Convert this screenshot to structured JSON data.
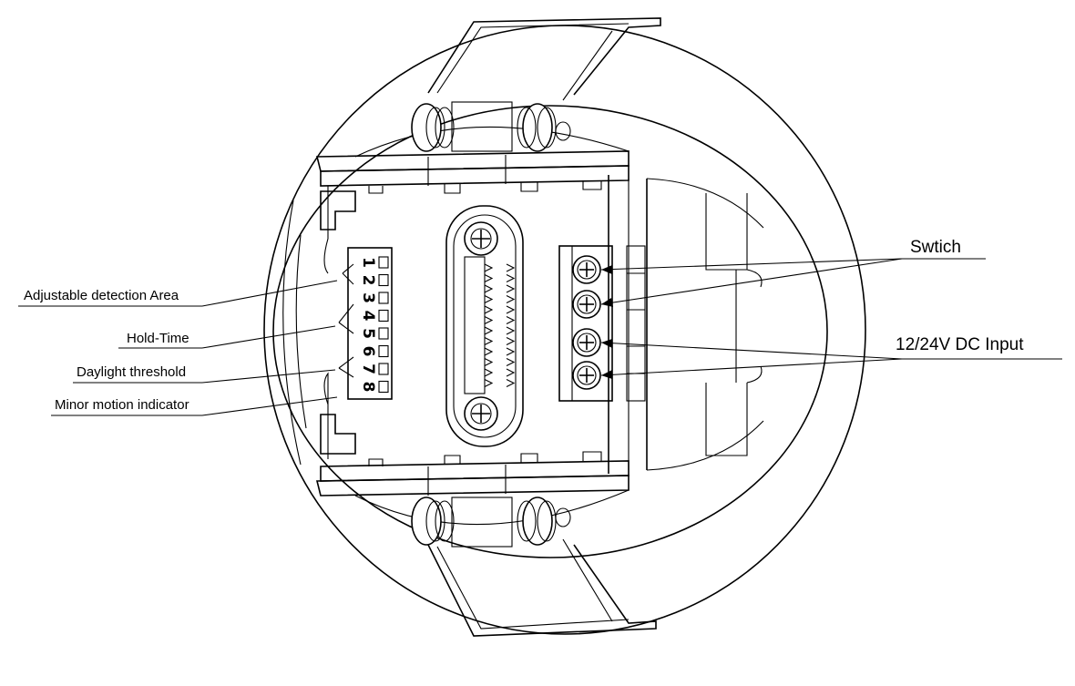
{
  "labels": {
    "adjustable_detection_area": "Adjustable detection Area",
    "hold_time": "Hold-Time",
    "daylight_threshold": "Daylight  threshold",
    "minor_motion_indicator": "Minor motion indicator",
    "switch": "Swtich",
    "dc_input": "12/24V DC Input"
  },
  "dip_switch": {
    "numbers": [
      "1",
      "2",
      "3",
      "4",
      "5",
      "6",
      "7",
      "8"
    ]
  },
  "icons": {
    "terminal_screw": "screw-icon",
    "mounting_screw": "screw-icon",
    "spring_clip": "spring-clip-icon"
  },
  "colors": {
    "line": "#000000",
    "background": "#ffffff"
  }
}
